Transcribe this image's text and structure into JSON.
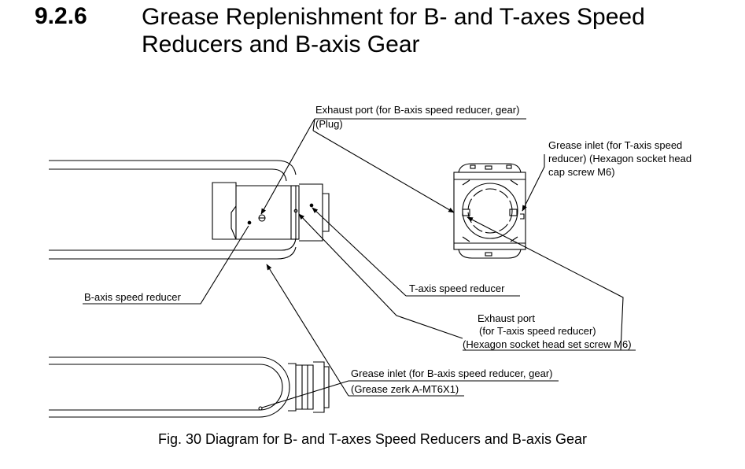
{
  "section": {
    "number": "9.2.6",
    "title_line1": "Grease Replenishment for B- and T-axes Speed",
    "title_line2": "Reducers and B-axis Gear"
  },
  "labels": {
    "exhaust_b_line1": "Exhaust port (for B-axis speed reducer, gear)",
    "exhaust_b_line2": "(Plug)",
    "grease_t_line1": "Grease inlet (for T-axis speed",
    "grease_t_line2": "reducer) (Hexagon socket head",
    "grease_t_line3": "cap screw M6)",
    "b_reducer": "B-axis speed reducer",
    "t_reducer": "T-axis speed reducer",
    "exhaust_t_line1": "Exhaust port",
    "exhaust_t_line2": "(for T-axis speed reducer)",
    "exhaust_t_line3": "(Hexagon socket head set screw M6)",
    "grease_b_line1": "Grease inlet (for B-axis speed reducer, gear)",
    "grease_b_line2": "(Grease zerk A-MT6X1)"
  },
  "caption": "Fig. 30  Diagram for B- and T-axes Speed Reducers and B-axis Gear"
}
